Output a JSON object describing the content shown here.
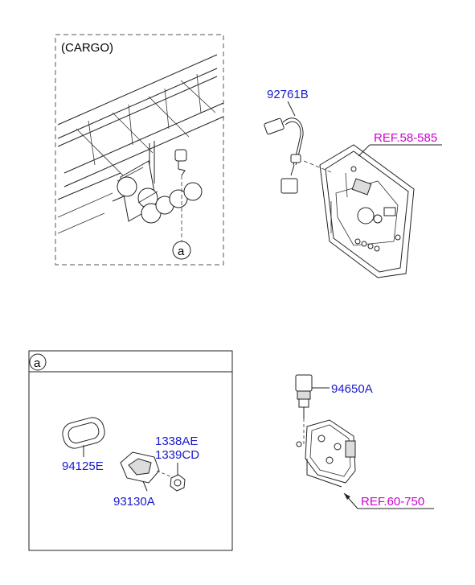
{
  "cargo_label": "(CARGO)",
  "detail_marker": "a",
  "detail_header_marker": "a",
  "part_numbers": {
    "harness": "92761B",
    "switch": "94650A",
    "grommet": "94125E",
    "lamp": "93130A",
    "bolt_1": "1338AE",
    "bolt_2": "1339CD"
  },
  "references": {
    "door_ref": "REF.58-585",
    "bracket_ref": "REF.60-750"
  },
  "colors": {
    "part_number_text": "#1a1acc",
    "reference_text": "#cc00cc",
    "line_art": "#222222"
  }
}
